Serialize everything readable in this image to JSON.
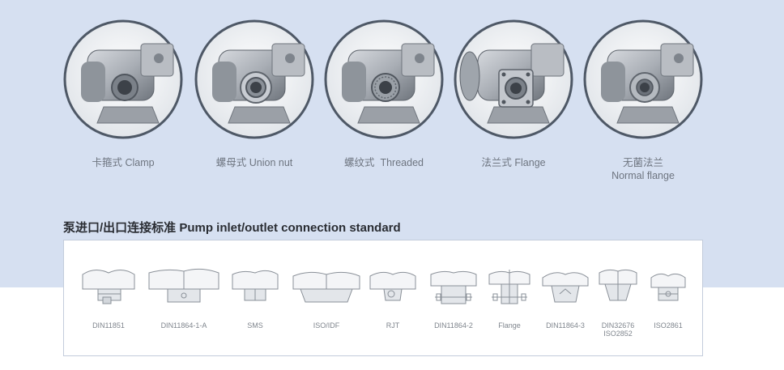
{
  "pumps": [
    {
      "label_cn": "卡箍式",
      "label_en": "Clamp",
      "variant": "clamp",
      "icon": "clamp-pump-icon"
    },
    {
      "label_cn": "螺母式",
      "label_en": "Union nut",
      "variant": "union",
      "icon": "union-nut-pump-icon"
    },
    {
      "label_cn": "螺纹式",
      "label_en": "Threaded",
      "variant": "threaded",
      "icon": "threaded-pump-icon"
    },
    {
      "label_cn": "法兰式",
      "label_en": "Flange",
      "variant": "flange",
      "icon": "flange-pump-icon"
    },
    {
      "label_cn": "无菌法兰",
      "label_en": "Normal flange",
      "variant": "normal",
      "icon": "normal-flange-pump-icon"
    }
  ],
  "heading": "泵进口/出口连接标准 Pump inlet/outlet connection standard",
  "connections": [
    {
      "name": "DIN11851",
      "name2": ""
    },
    {
      "name": "DIN11864-1-A",
      "name2": ""
    },
    {
      "name": "SMS",
      "name2": ""
    },
    {
      "name": "ISO/IDF",
      "name2": ""
    },
    {
      "name": "RJT",
      "name2": ""
    },
    {
      "name": "DIN11864-2",
      "name2": ""
    },
    {
      "name": "Flange",
      "name2": ""
    },
    {
      "name": "DIN11864-3",
      "name2": ""
    },
    {
      "name": "DIN32676",
      "name2": "ISO2852"
    },
    {
      "name": "ISO2861",
      "name2": ""
    }
  ],
  "colors": {
    "band": "#d6e0f1",
    "panel_border": "#c3ccdb",
    "caption": "#6e7580",
    "heading": "#2a2d33"
  }
}
